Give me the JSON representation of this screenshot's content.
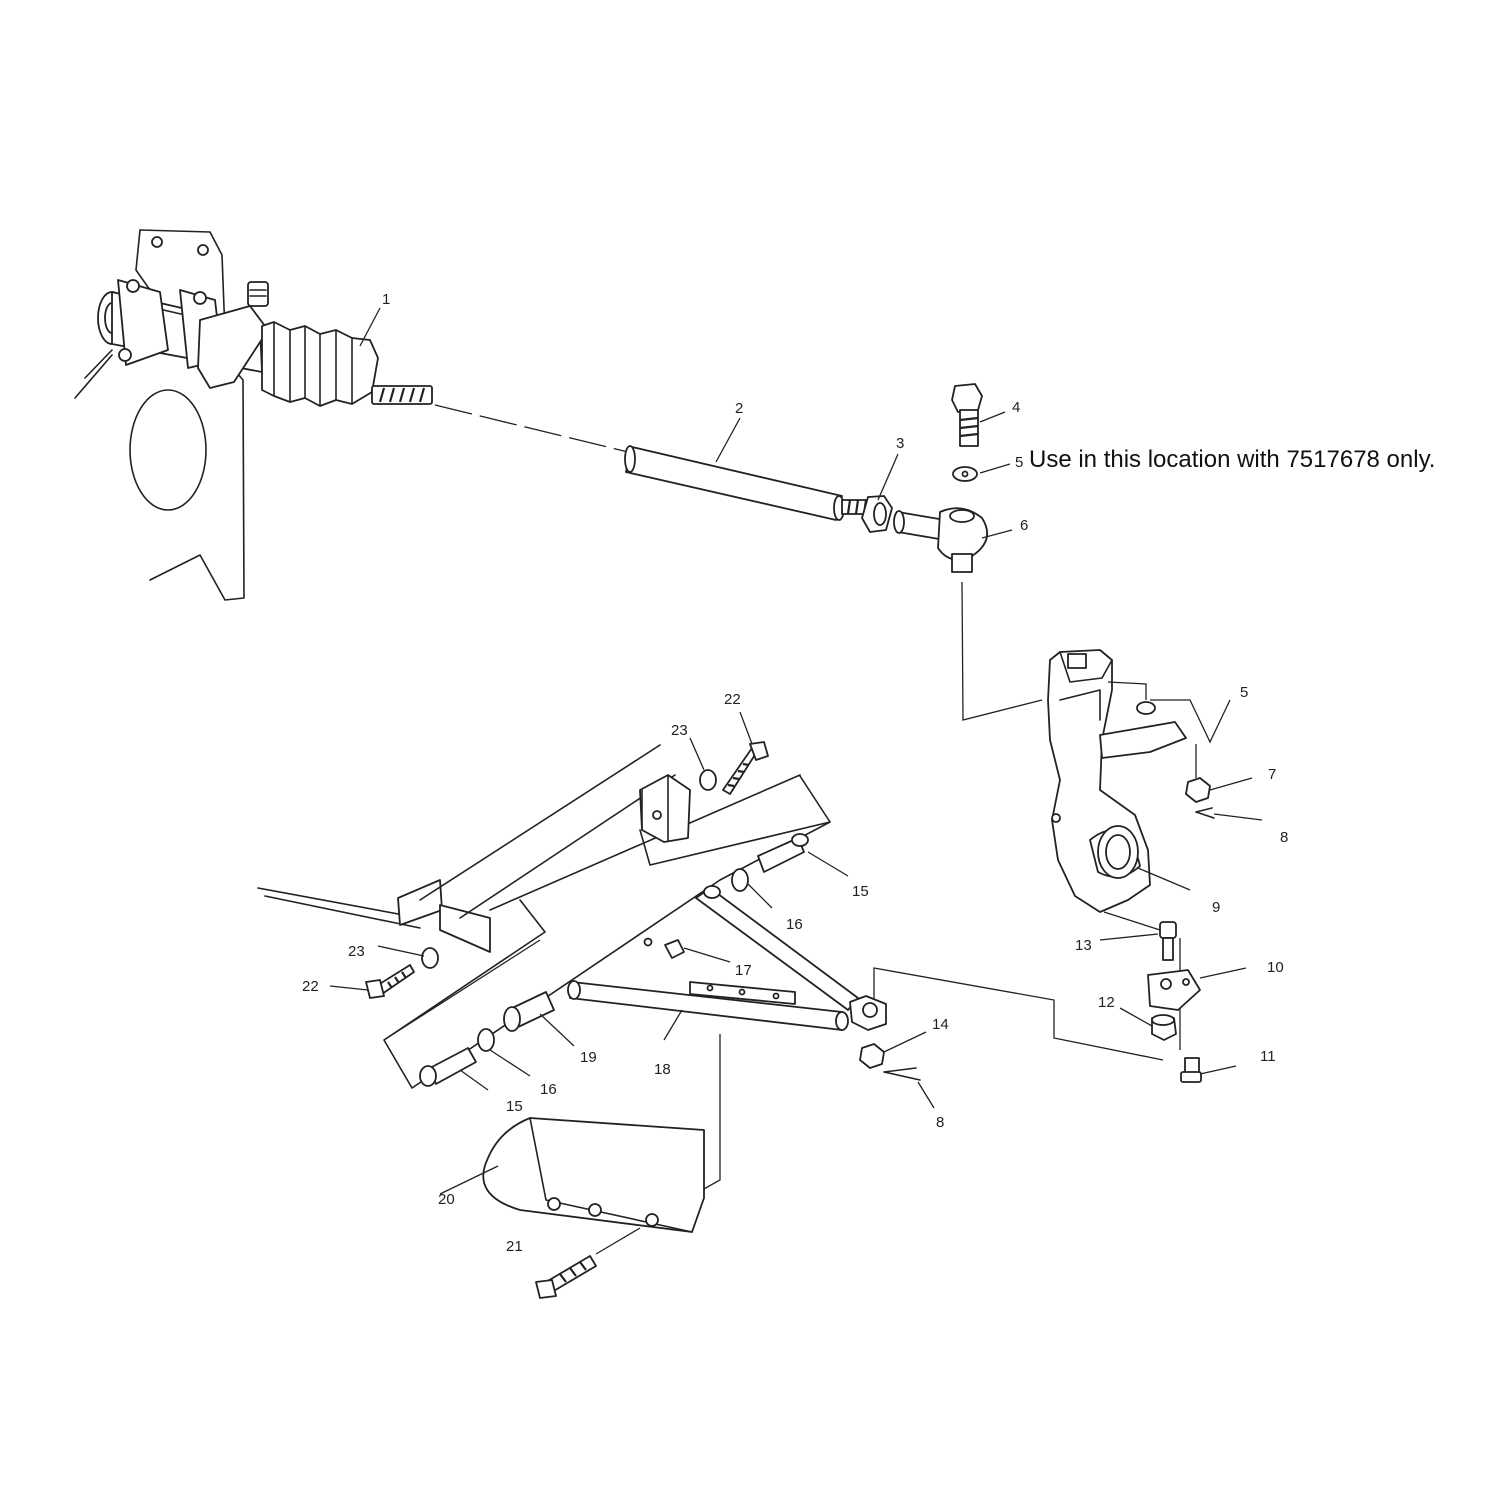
{
  "note": {
    "marker": "5",
    "text": "Use in this location with 7517678 only."
  },
  "callouts": [
    {
      "id": "c1",
      "label": "1"
    },
    {
      "id": "c2",
      "label": "2"
    },
    {
      "id": "c3",
      "label": "3"
    },
    {
      "id": "c4",
      "label": "4"
    },
    {
      "id": "c6",
      "label": "6"
    },
    {
      "id": "c5b",
      "label": "5"
    },
    {
      "id": "c7",
      "label": "7"
    },
    {
      "id": "c8a",
      "label": "8"
    },
    {
      "id": "c9",
      "label": "9"
    },
    {
      "id": "c10",
      "label": "10"
    },
    {
      "id": "c11",
      "label": "11"
    },
    {
      "id": "c12",
      "label": "12"
    },
    {
      "id": "c13",
      "label": "13"
    },
    {
      "id": "c14",
      "label": "14"
    },
    {
      "id": "c8b",
      "label": "8"
    },
    {
      "id": "c15a",
      "label": "15"
    },
    {
      "id": "c16a",
      "label": "16"
    },
    {
      "id": "c17",
      "label": "17"
    },
    {
      "id": "c18",
      "label": "18"
    },
    {
      "id": "c19",
      "label": "19"
    },
    {
      "id": "c16b",
      "label": "16"
    },
    {
      "id": "c15b",
      "label": "15"
    },
    {
      "id": "c20",
      "label": "20"
    },
    {
      "id": "c21",
      "label": "21"
    },
    {
      "id": "c22a",
      "label": "22"
    },
    {
      "id": "c23a",
      "label": "23"
    },
    {
      "id": "c23b",
      "label": "23"
    },
    {
      "id": "c22b",
      "label": "22"
    }
  ]
}
